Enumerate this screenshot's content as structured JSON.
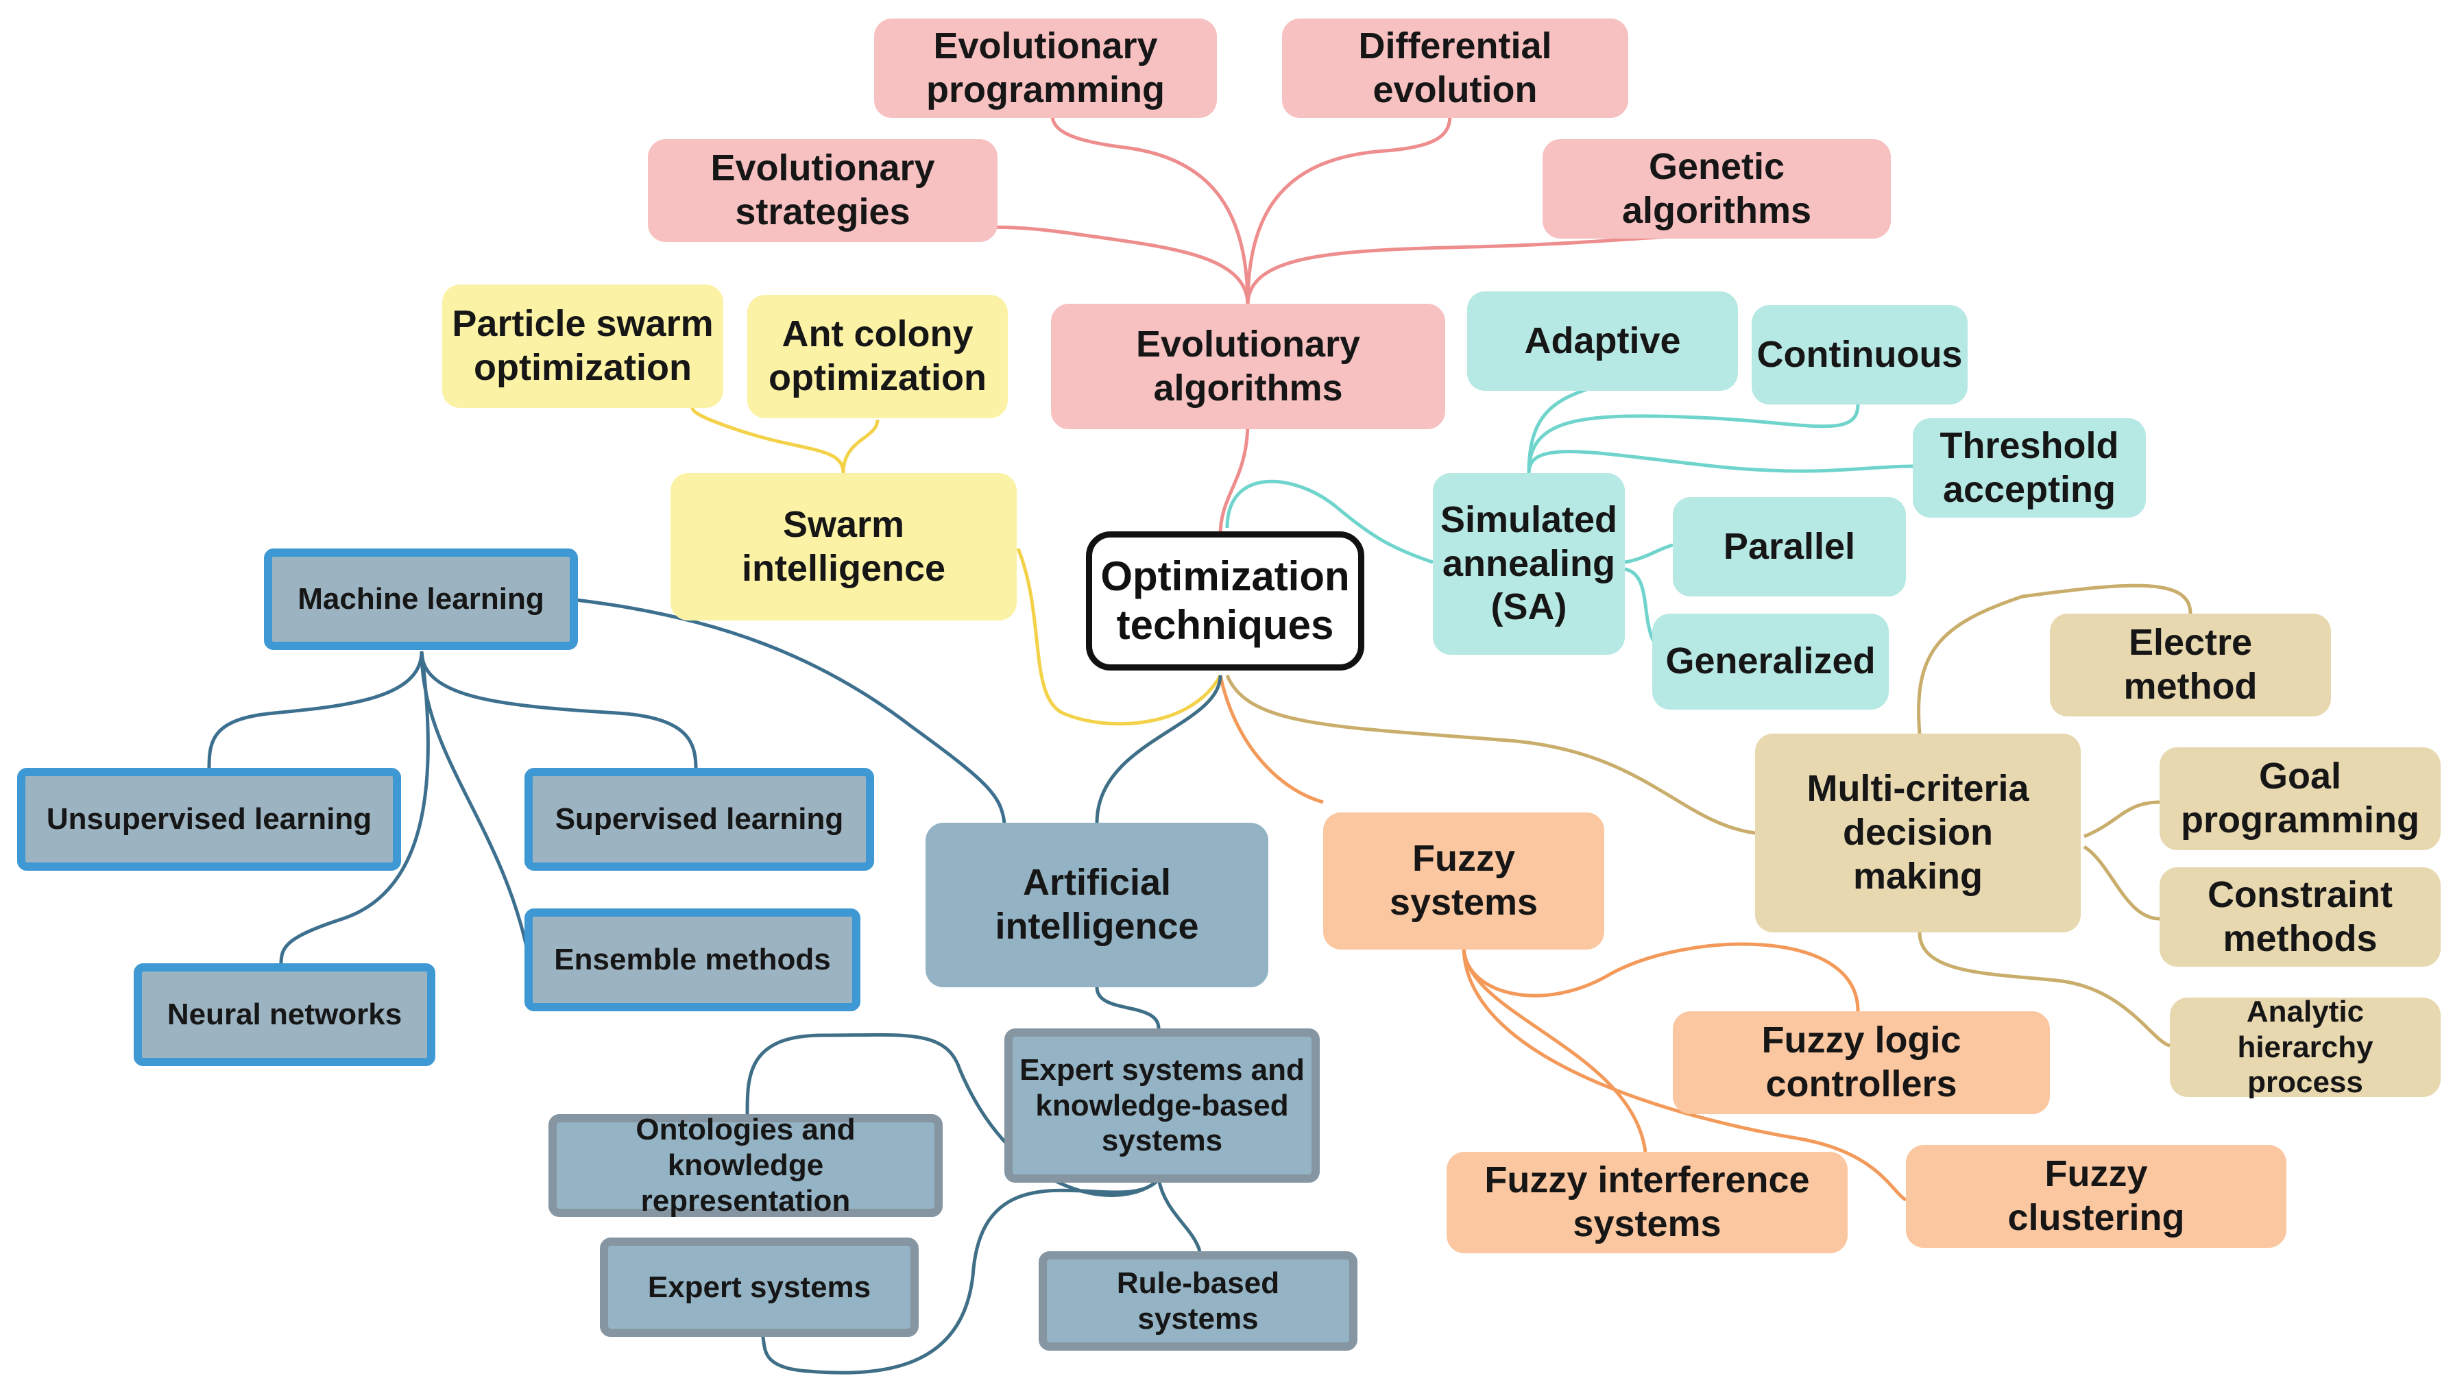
{
  "diagram": {
    "center": "Optimization\ntechniques",
    "evolutionary": {
      "hub": "Evolutionary\nalgorithms",
      "programming": "Evolutionary\nprogramming",
      "differential": "Differential\nevolution",
      "strategies": "Evolutionary\nstrategies",
      "genetic": "Genetic algorithms"
    },
    "swarm": {
      "hub": "Swarm\nintelligence",
      "pso": "Particle swarm\noptimization",
      "aco": "Ant colony\noptimization"
    },
    "annealing": {
      "hub": "Simulated\nannealing\n(SA)",
      "adaptive": "Adaptive",
      "continuous": "Continuous",
      "threshold": "Threshold\naccepting",
      "parallel": "Parallel",
      "generalized": "Generalized"
    },
    "mcdm": {
      "hub": "Multi-criteria\ndecision\nmaking",
      "electre": "Electre method",
      "goal": "Goal\nprogramming",
      "constraint": "Constraint\nmethods",
      "ahp": "Analytic hierarchy\nprocess"
    },
    "fuzzy": {
      "hub": "Fuzzy\nsystems",
      "controllers": "Fuzzy logic\ncontrollers",
      "inference": "Fuzzy interference\nsystems",
      "clustering": "Fuzzy\nclustering"
    },
    "ai": {
      "hub": "Artificial\nintelligence",
      "expert_kbs": "Expert systems and\nknowledge-based\nsystems",
      "ontologies": "Ontologies and knowledge\nrepresentation",
      "expert": "Expert systems",
      "rule_based": "Rule-based systems"
    },
    "ml": {
      "hub": "Machine learning",
      "unsupervised": "Unsupervised learning",
      "supervised": "Supervised learning",
      "ensemble": "Ensemble methods",
      "neural": "Neural networks"
    },
    "colors": {
      "evolutionary": "#ee8d8d",
      "swarm": "#f3d24a",
      "annealing": "#6fd4cc",
      "mcdm": "#c9ad6b",
      "fuzzy": "#f39a5a",
      "ai": "#3f6f86",
      "ml": "#3d6f8f"
    }
  }
}
